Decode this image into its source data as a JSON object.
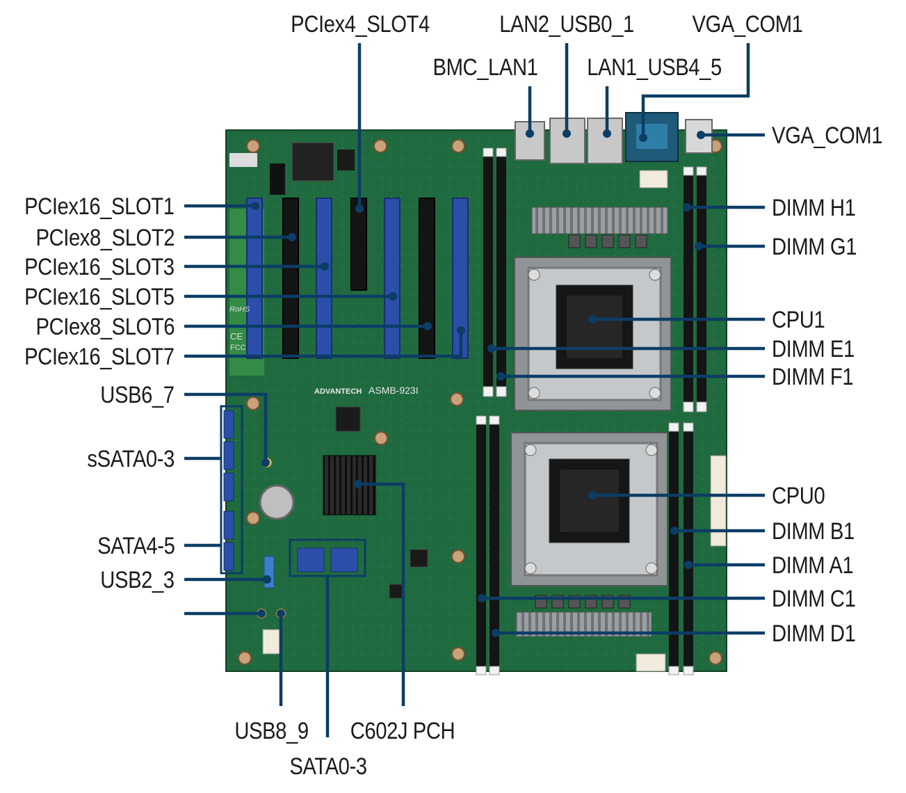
{
  "board": {
    "model_text": "ASMB-923I",
    "brand_text": "ADVANTECH",
    "rohs_text": "RoHS",
    "ce_text": "CE",
    "fcc_text": "FCC"
  },
  "labels": {
    "pciex4_slot4": "PCIex4_SLOT4",
    "lan2_usb0_1": "LAN2_USB0_1",
    "vga_com1_top": "VGA_COM1",
    "bmc_lan1": "BMC_LAN1",
    "lan1_usb4_5": "LAN1_USB4_5",
    "vga_com1_right": "VGA_COM1",
    "pciex16_slot1": "PCIex16_SLOT1",
    "pciex8_slot2": "PCIex8_SLOT2",
    "pciex16_slot3": "PCIex16_SLOT3",
    "pciex16_slot5": "PCIex16_SLOT5",
    "pciex8_slot6": "PCIex8_SLOT6",
    "pciex16_slot7": "PCIex16_SLOT7",
    "usb6_7": "USB6_7",
    "ssata0_3": "sSATA0-3",
    "sata4_5": "SATA4-5",
    "usb2_3": "USB2_3",
    "dimm_h1": "DIMM H1",
    "dimm_g1": "DIMM G1",
    "cpu1": "CPU1",
    "dimm_e1": "DIMM E1",
    "dimm_f1": "DIMM F1",
    "cpu0": "CPU0",
    "dimm_b1": "DIMM B1",
    "dimm_a1": "DIMM A1",
    "dimm_c1": "DIMM C1",
    "dimm_d1": "DIMM D1",
    "usb8_9": "USB8_9",
    "c602j_pch": "C602J PCH",
    "sata0_3": "SATA0-3"
  },
  "colors": {
    "leader": "#0b3d66",
    "pcb": "#1f6a3f",
    "pcb_dark": "#154d2c",
    "slot_blue": "#2b4fa8",
    "slot_black": "#141414",
    "socket_metal": "#b9bdbf",
    "label_text": "#1b1b1b"
  }
}
